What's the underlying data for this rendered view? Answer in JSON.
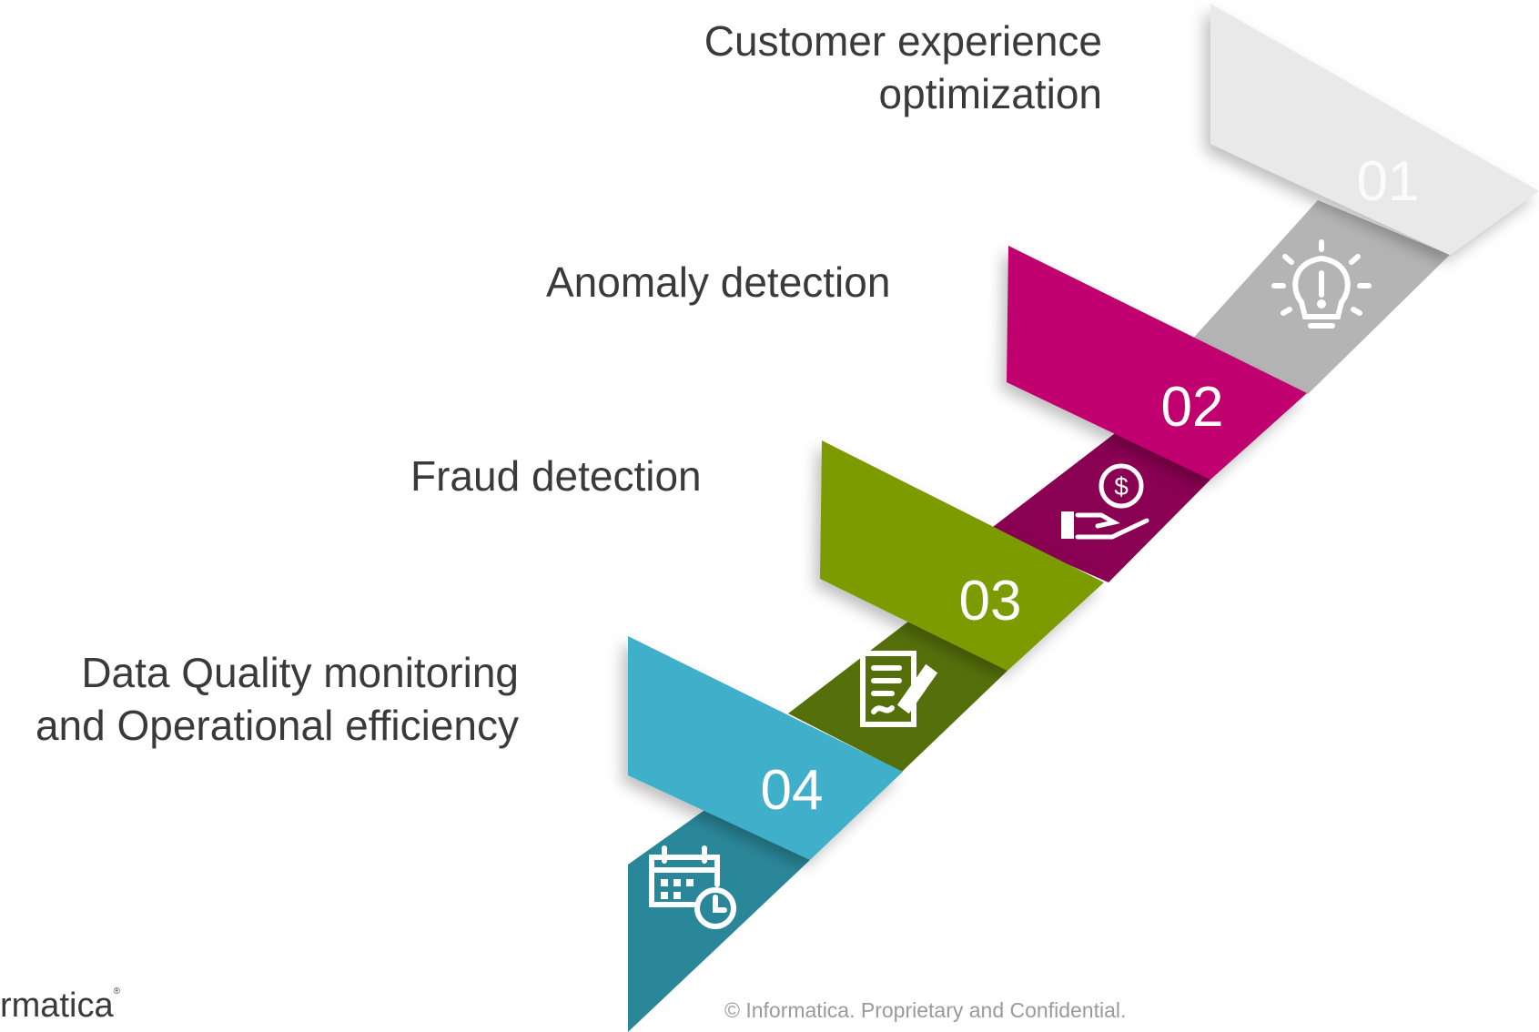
{
  "steps": [
    {
      "number": "01",
      "label_lines": [
        "Customer experience",
        "optimization"
      ],
      "color": "#e9e9e9",
      "icon": "lightbulb-icon",
      "icon_color": "#b4b4b4"
    },
    {
      "number": "02",
      "label_lines": [
        "Anomaly detection"
      ],
      "color": "#c1006f",
      "icon": "money-hand-icon",
      "icon_color": "#8a0052"
    },
    {
      "number": "03",
      "label_lines": [
        "Fraud detection"
      ],
      "color": "#7b9b04",
      "icon": "signed-document-icon",
      "icon_color": "#55700a"
    },
    {
      "number": "04",
      "label_lines": [
        "Data Quality monitoring",
        "and Operational efficiency"
      ],
      "color": "#40afc9",
      "icon": "calendar-clock-icon",
      "icon_color": "#2a8799"
    }
  ],
  "footer": {
    "copyright": "© Informatica. Proprietary and Confidential.",
    "logo_text": "rmatica",
    "logo_mark": "®"
  }
}
